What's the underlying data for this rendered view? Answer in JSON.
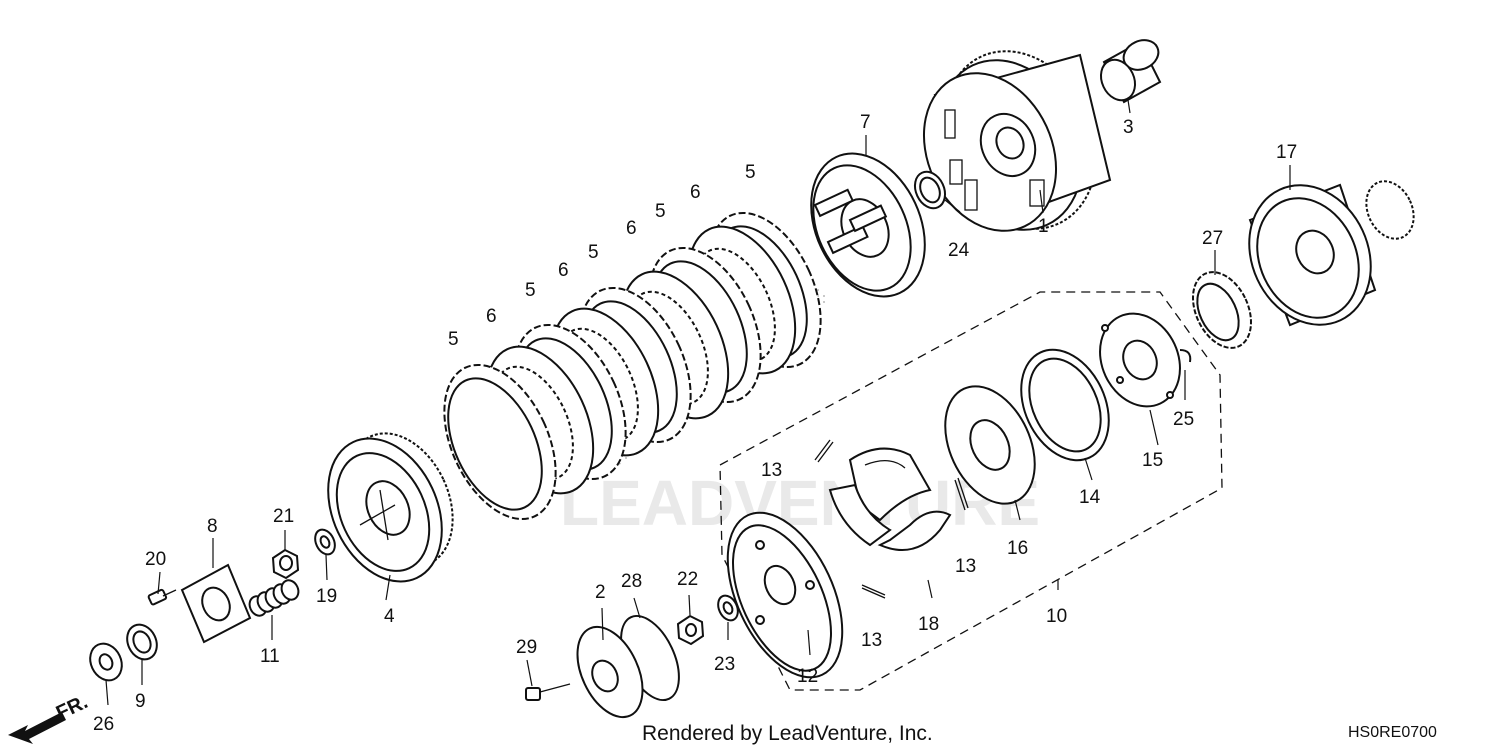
{
  "diagram": {
    "part_labels": [
      {
        "id": "1",
        "text": "1"
      },
      {
        "id": "2",
        "text": "2"
      },
      {
        "id": "3",
        "text": "3"
      },
      {
        "id": "4",
        "text": "4"
      },
      {
        "id": "5a",
        "text": "5"
      },
      {
        "id": "5b",
        "text": "5"
      },
      {
        "id": "5c",
        "text": "5"
      },
      {
        "id": "5d",
        "text": "5"
      },
      {
        "id": "5e",
        "text": "5"
      },
      {
        "id": "6a",
        "text": "6"
      },
      {
        "id": "6b",
        "text": "6"
      },
      {
        "id": "6c",
        "text": "6"
      },
      {
        "id": "6d",
        "text": "6"
      },
      {
        "id": "7",
        "text": "7"
      },
      {
        "id": "8",
        "text": "8"
      },
      {
        "id": "9",
        "text": "9"
      },
      {
        "id": "10",
        "text": "10"
      },
      {
        "id": "11",
        "text": "11"
      },
      {
        "id": "12",
        "text": "12"
      },
      {
        "id": "13a",
        "text": "13"
      },
      {
        "id": "13b",
        "text": "13"
      },
      {
        "id": "13c",
        "text": "13"
      },
      {
        "id": "14",
        "text": "14"
      },
      {
        "id": "15",
        "text": "15"
      },
      {
        "id": "16",
        "text": "16"
      },
      {
        "id": "17",
        "text": "17"
      },
      {
        "id": "18",
        "text": "18"
      },
      {
        "id": "19",
        "text": "19"
      },
      {
        "id": "20",
        "text": "20"
      },
      {
        "id": "21",
        "text": "21"
      },
      {
        "id": "22",
        "text": "22"
      },
      {
        "id": "23",
        "text": "23"
      },
      {
        "id": "24",
        "text": "24"
      },
      {
        "id": "25",
        "text": "25"
      },
      {
        "id": "26",
        "text": "26"
      },
      {
        "id": "27",
        "text": "27"
      },
      {
        "id": "28",
        "text": "28"
      },
      {
        "id": "29",
        "text": "29"
      }
    ],
    "direction_label": "FR.",
    "credit": "Rendered by LeadVenture, Inc.",
    "diagram_code": "HS0RE0700",
    "watermark": "LEADVENTURE"
  }
}
